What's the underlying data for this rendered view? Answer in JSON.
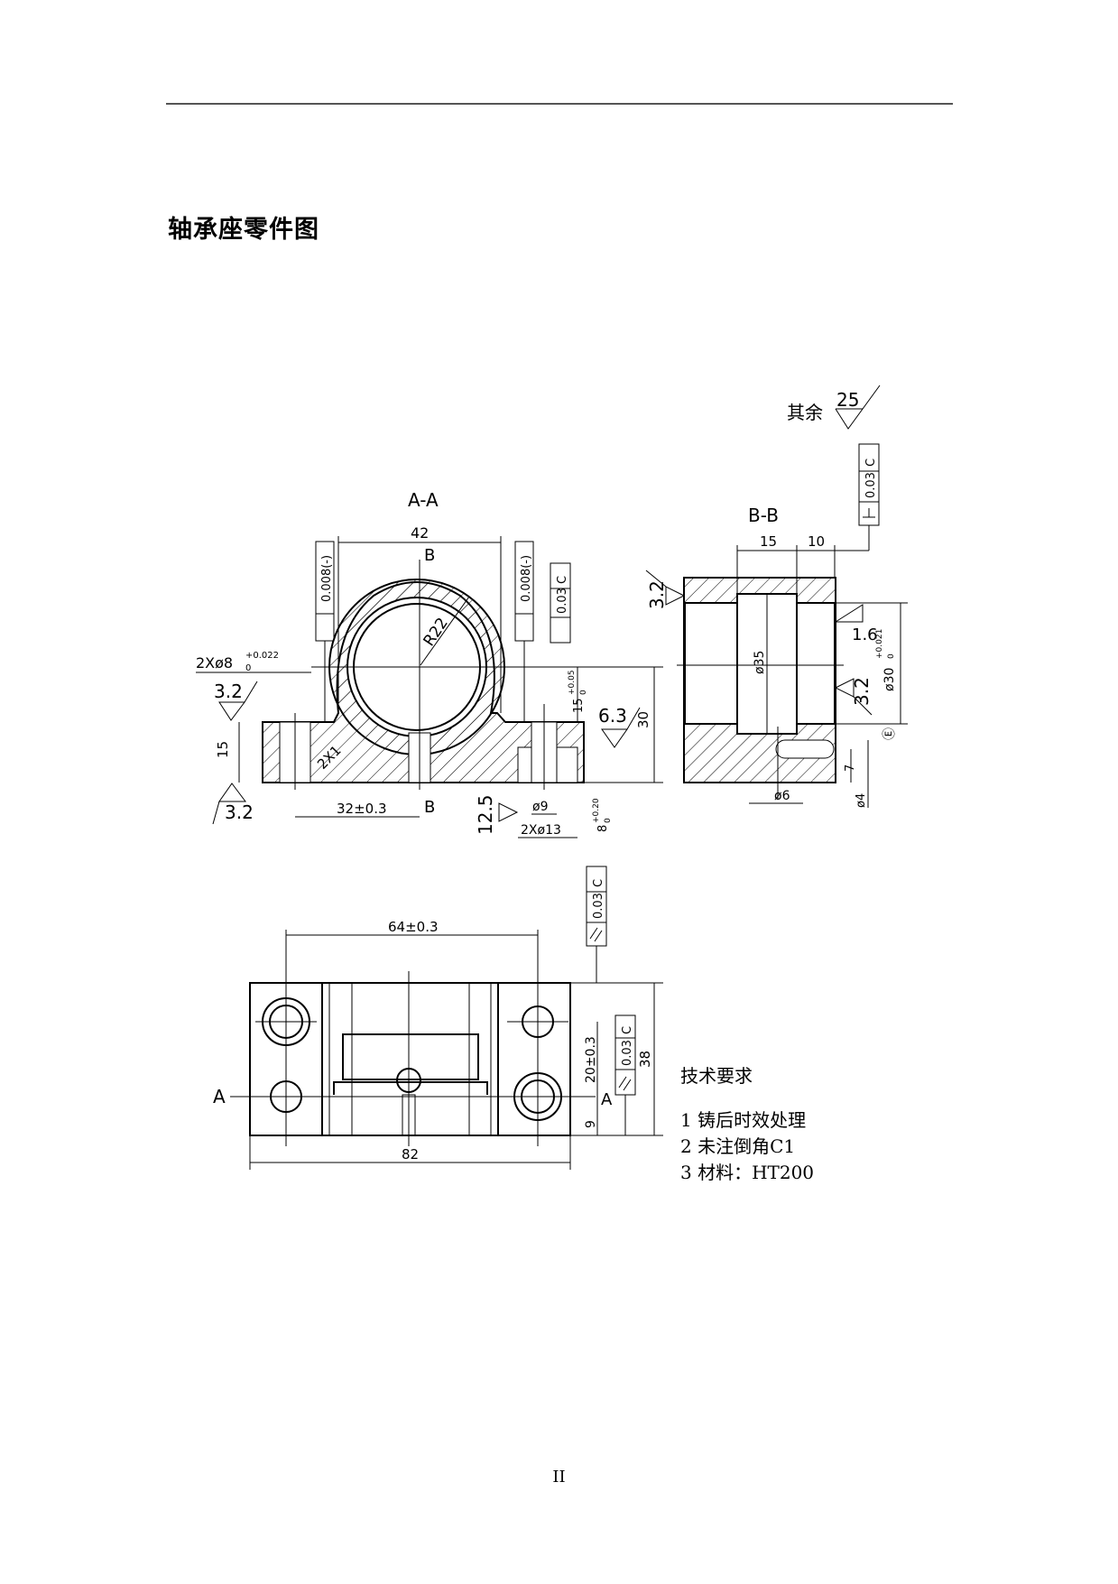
{
  "title": "轴承座零件图",
  "page_number": "II",
  "section_aa": "A-A",
  "section_bb": "B-B",
  "remaining_label": "其余",
  "remaining_roughness": "25",
  "tech_requirements": {
    "heading": "技术要求",
    "items": [
      "1  铸后时效处理",
      "2  未注倒角C1",
      "3  材料：HT200"
    ]
  },
  "dims_aa": {
    "width_42": "42",
    "radius": "R22",
    "hole_tol_text": "2Xø8",
    "hole_tol_up": "+0.022",
    "hole_tol_low": "0",
    "height_15": "15",
    "height_30": "30",
    "pitch_32": "32±0.3",
    "chamfer": "2X1",
    "h15_tol": "15",
    "h15_up": "+0.05",
    "h15_low": "0",
    "dia9": "ø9",
    "dia13": "2Xø13",
    "slot8": "8",
    "slot8_up": "+0.20",
    "slot8_low": "0",
    "label_b_top": "B",
    "label_b_bottom": "B",
    "ra_left_top": "3.2",
    "ra_left_bottom": "3.2",
    "ra_right": "6.3",
    "ra_bottom": "12.5",
    "flat_left": "0.008(-)",
    "flat_right": "0.008(-)",
    "parallel": "0.03",
    "parallel_datum": "C"
  },
  "dims_bb": {
    "w15": "15",
    "w10": "10",
    "dia35": "ø35",
    "dia30": "ø30",
    "dia30_up": "+0.021",
    "dia30_low": "0",
    "dia6": "ø6",
    "dia4": "ø4",
    "seven": "7",
    "ra_left": "3.2",
    "ra_right_top": "1.6",
    "ra_right": "3.2",
    "perp": "0.03",
    "perp_datum": "C",
    "envelope": "Ⓔ"
  },
  "dims_plan": {
    "pitch_64": "64±0.3",
    "width_82": "82",
    "height_38": "38",
    "pitch_20": "20±0.3",
    "nine": "9",
    "label_a_left": "A",
    "label_a_right": "A",
    "parallel_top": "0.03",
    "parallel_top_datum": "C",
    "parallel_side": "0.03",
    "parallel_side_datum": "C"
  }
}
